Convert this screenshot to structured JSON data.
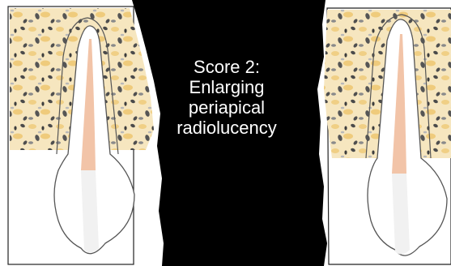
{
  "caption": {
    "line1": "Score 2:",
    "line2": "Enlarging",
    "line3": "periapical",
    "line4": "radiolucency"
  },
  "colors": {
    "background": "#000000",
    "outline": "#555555",
    "root_canal": "#f2c4a8",
    "bone_fill": "#f1d89c",
    "bone_spots": "#4a4a4a",
    "tooth_white": "#ffffff"
  },
  "icons": [
    "left-tooth-diagram",
    "right-tooth-diagram"
  ]
}
